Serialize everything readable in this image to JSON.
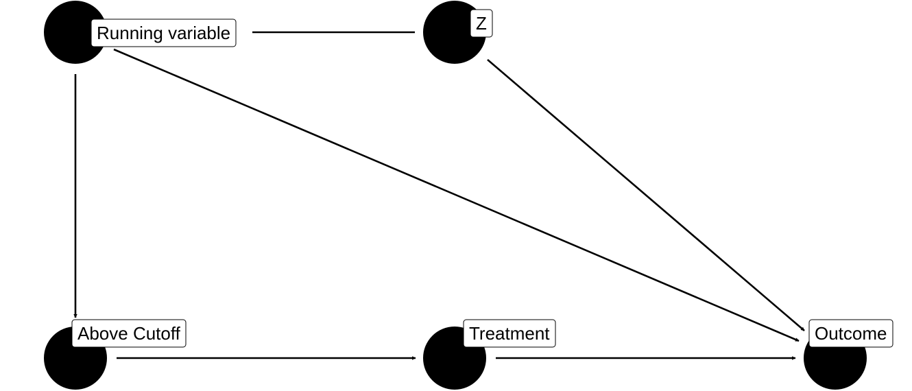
{
  "diagram": {
    "type": "directed-acyclic-graph",
    "node_color": "#000000",
    "edge_color": "#000000",
    "label_background": "#ffffff",
    "label_border": "#000000",
    "nodes": [
      {
        "id": "running",
        "label": "Running variable"
      },
      {
        "id": "z",
        "label": "Z"
      },
      {
        "id": "cutoff",
        "label": "Above Cutoff"
      },
      {
        "id": "treatment",
        "label": "Treatment"
      },
      {
        "id": "outcome",
        "label": "Outcome"
      }
    ],
    "edges": [
      {
        "from": "running",
        "to": "z",
        "directed": false
      },
      {
        "from": "running",
        "to": "cutoff",
        "directed": true
      },
      {
        "from": "running",
        "to": "outcome",
        "directed": true
      },
      {
        "from": "z",
        "to": "outcome",
        "directed": true
      },
      {
        "from": "cutoff",
        "to": "treatment",
        "directed": true
      },
      {
        "from": "treatment",
        "to": "outcome",
        "directed": true
      }
    ]
  }
}
